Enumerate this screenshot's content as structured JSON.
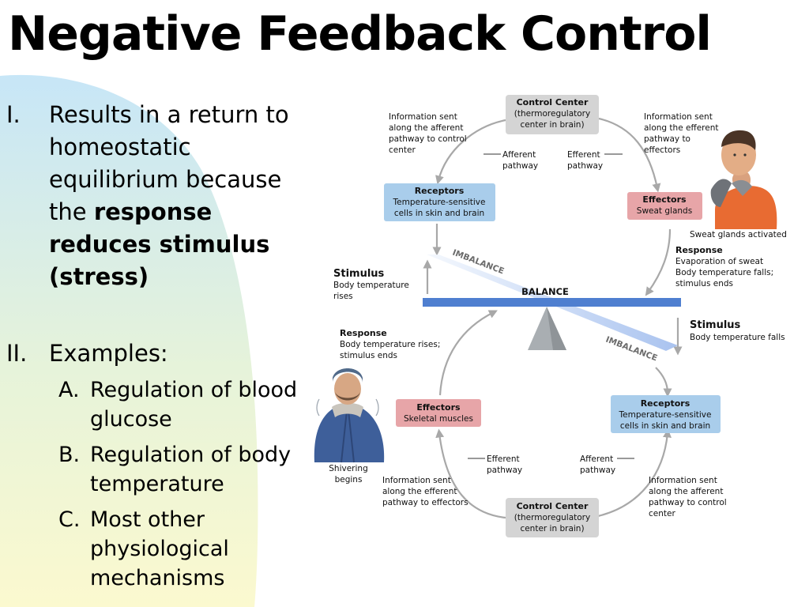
{
  "slide": {
    "title": "Negative Feedback Control",
    "point1": {
      "num": "I.",
      "text_plain": "Results in a return to homeostatic equilibrium because the ",
      "text_bold": "response reduces stimulus (stress)"
    },
    "point2": {
      "num": "II.",
      "text": "Examples:",
      "subs": [
        {
          "num": "A.",
          "text": "Regulation of blood glucose"
        },
        {
          "num": "B.",
          "text": "Regulation of body temperature"
        },
        {
          "num": "C.",
          "text": "Most other physiological mechanisms"
        }
      ]
    }
  },
  "diagram": {
    "top": {
      "control_title": "Control Center",
      "control_sub1": "(thermoregulatory",
      "control_sub2": "center in brain)",
      "info_left": [
        "Information sent",
        "along the afferent",
        "pathway to control",
        "center"
      ],
      "info_right": [
        "Information sent",
        "along the efferent",
        "pathway to",
        "effectors"
      ],
      "afferent": [
        "Afferent",
        "pathway"
      ],
      "efferent": [
        "Efferent",
        "pathway"
      ],
      "receptors_title": "Receptors",
      "receptors_sub": [
        "Temperature-sensitive",
        "cells in skin and brain"
      ],
      "effectors_title": "Effectors",
      "effectors_sub": "Sweat glands",
      "sweat_caption": "Sweat glands activated",
      "response_title": "Response",
      "response_lines": [
        "Evaporation of sweat",
        "Body temperature falls;",
        "stimulus ends"
      ],
      "stimulus_title": "Stimulus",
      "stimulus_lines": [
        "Body temperature",
        "rises"
      ]
    },
    "balance": {
      "imbalance_top": "IMBALANCE",
      "balance": "BALANCE",
      "imbalance_bottom": "IMBALANCE"
    },
    "bottom": {
      "stimulus_title": "Stimulus",
      "stimulus_line": "Body temperature falls",
      "response_title": "Response",
      "response_lines": [
        "Body temperature rises;",
        "stimulus ends"
      ],
      "effectors_title": "Effectors",
      "effectors_sub": "Skeletal muscles",
      "receptors_title": "Receptors",
      "receptors_sub": [
        "Temperature-sensitive",
        "cells in skin and brain"
      ],
      "shiver_caption": [
        "Shivering",
        "begins"
      ],
      "efferent": [
        "Efferent",
        "pathway"
      ],
      "afferent": [
        "Afferent",
        "pathway"
      ],
      "info_left": [
        "Information sent",
        "along the efferent",
        "pathway to effectors"
      ],
      "info_right": [
        "Information sent",
        "along the afferent",
        "pathway to control",
        "center"
      ],
      "control_title": "Control Center",
      "control_sub1": "(thermoregulatory",
      "control_sub2": "center in brain)"
    }
  },
  "colors": {
    "grey_box": "#d4d4d4",
    "blue_box": "#a9cdeb",
    "pink_box": "#e7a5a8",
    "arrow": "#a8a8a8",
    "beam": "#4f7fd0"
  }
}
